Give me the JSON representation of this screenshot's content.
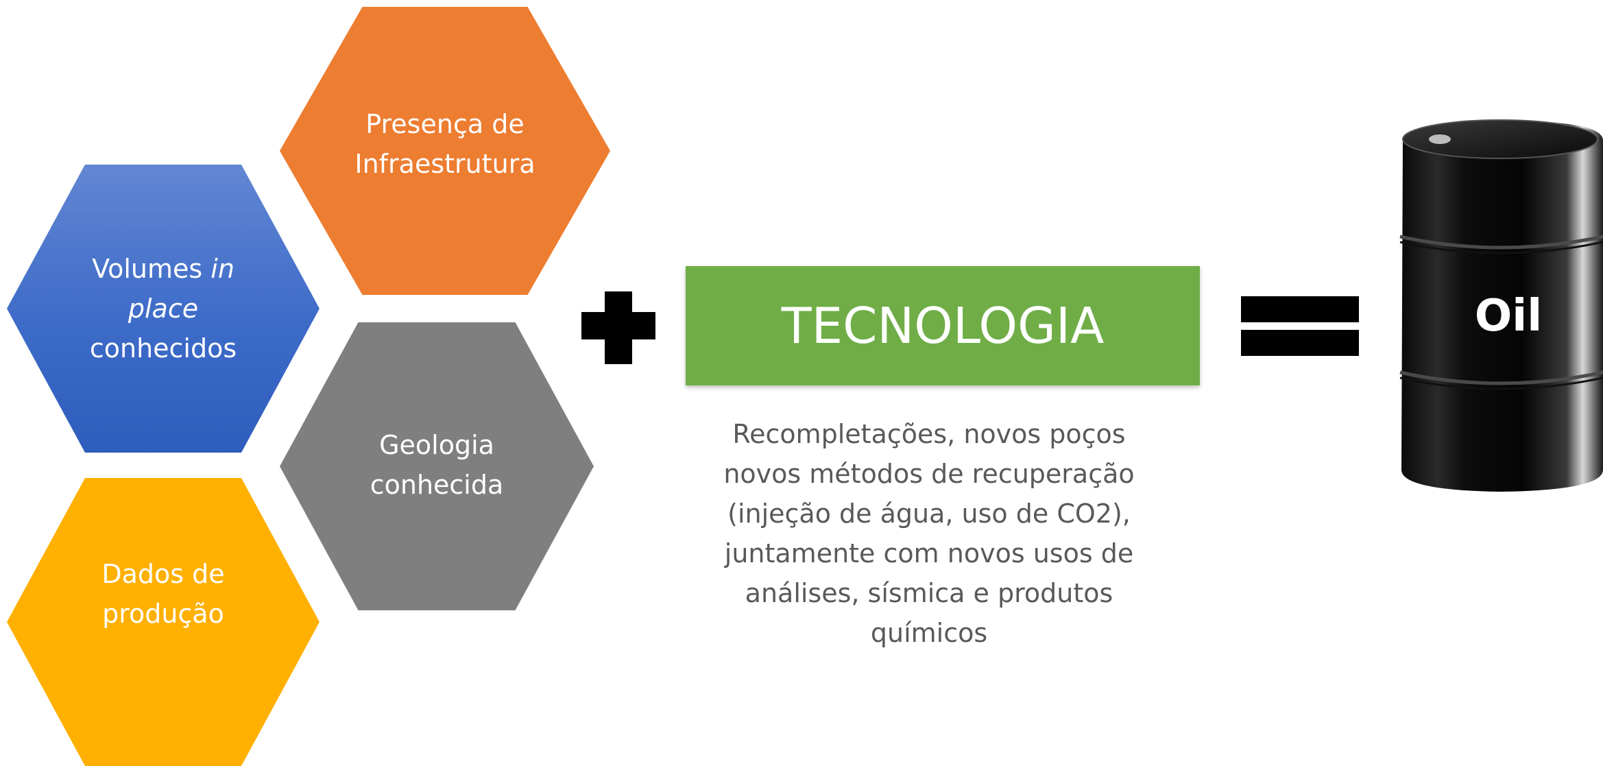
{
  "hexagons": {
    "infrastructure": {
      "lines": [
        "Presença de",
        "Infraestrutura"
      ],
      "color": "#ed7d31"
    },
    "volumes": {
      "line1_plain": "Volumes ",
      "line1_italic": "in",
      "line2_italic": "place",
      "line3": "conhecidos",
      "color": "#4472c4"
    },
    "geology": {
      "lines": [
        "Geologia",
        "conhecida"
      ],
      "color": "#7f7f7f"
    },
    "production": {
      "lines": [
        "Dados de",
        "produção"
      ],
      "color": "#ffb000"
    }
  },
  "technology": {
    "title": "TECNOLOGIA",
    "color": "#70ad47",
    "description_lines": [
      "Recompletações, novos poços",
      "novos métodos de recuperação",
      "(injeção de água, uso de CO2),",
      "juntamente com novos usos de",
      "análises, sísmica e produtos",
      "químicos"
    ]
  },
  "operators": {
    "plus": "plus-icon",
    "equals": "equals-icon"
  },
  "result": {
    "label": "Oil",
    "icon": "oil-barrel-icon"
  }
}
